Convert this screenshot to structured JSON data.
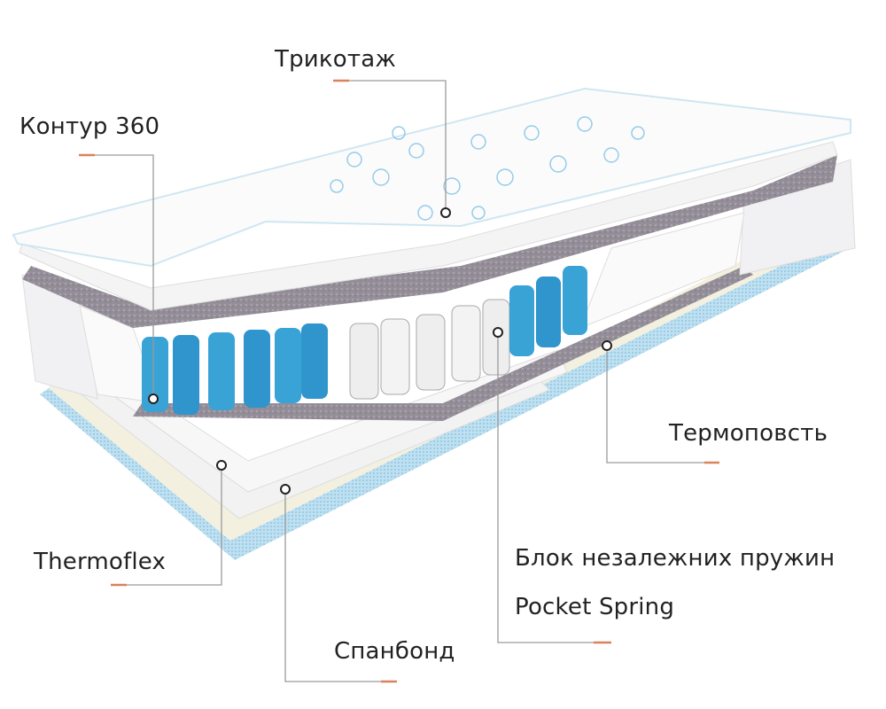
{
  "labels": {
    "knit": "Трикотаж",
    "contour": "Контур 360",
    "thermofelt": "Термоповсть",
    "spring_block": "Блок незалежних пружин",
    "pocket_spring": "Pocket Spring",
    "thermoflex": "Thermoflex",
    "spunbond": "Спанбонд"
  },
  "colors": {
    "accent": "#d9825b",
    "leader": "#9a9a9a",
    "spring_blue": "#3aa3d6",
    "felt": "#8f8a93",
    "border_blue": "#a9d3ea"
  }
}
